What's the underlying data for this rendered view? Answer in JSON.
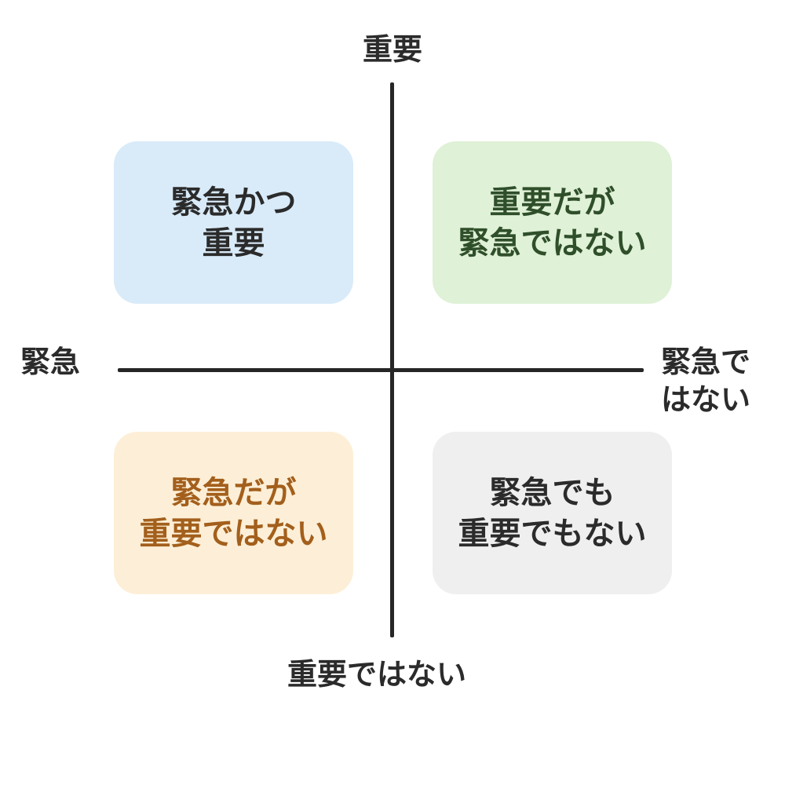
{
  "axes": {
    "top": "重要",
    "bottom": "重要ではない",
    "left": "緊急",
    "right": [
      "緊急で",
      "はない"
    ]
  },
  "quadrants": {
    "top_left": {
      "lines": [
        "緊急かつ",
        "重要"
      ],
      "bg": "#d9ebf9",
      "text_color": "#2b2b2b"
    },
    "top_right": {
      "lines": [
        "重要だが",
        "緊急ではない"
      ],
      "bg": "#dff1d6",
      "text_color": "#2f4f2a"
    },
    "bottom_left": {
      "lines": [
        "緊急だが",
        "重要ではない"
      ],
      "bg": "#fdefd7",
      "text_color": "#a35f1c"
    },
    "bottom_right": {
      "lines": [
        "緊急でも",
        "重要でもない"
      ],
      "bg": "#efefef",
      "text_color": "#2b2b2b"
    }
  }
}
